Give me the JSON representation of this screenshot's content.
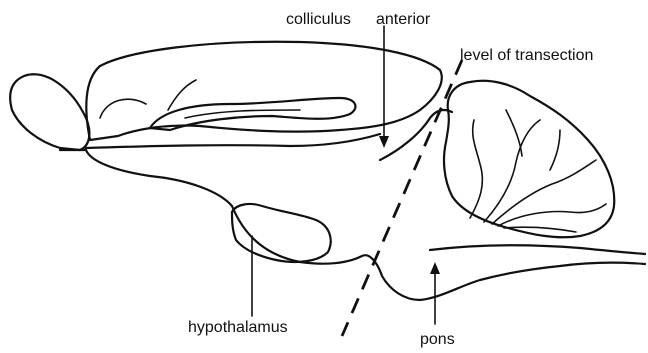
{
  "labels": {
    "colliculus": "colliculus",
    "anterior": "anterior",
    "transection": "level of transection",
    "hypothalamus": "hypothalamus",
    "pons": "pons"
  },
  "colors": {
    "ink": "#111111",
    "background": "#ffffff"
  }
}
